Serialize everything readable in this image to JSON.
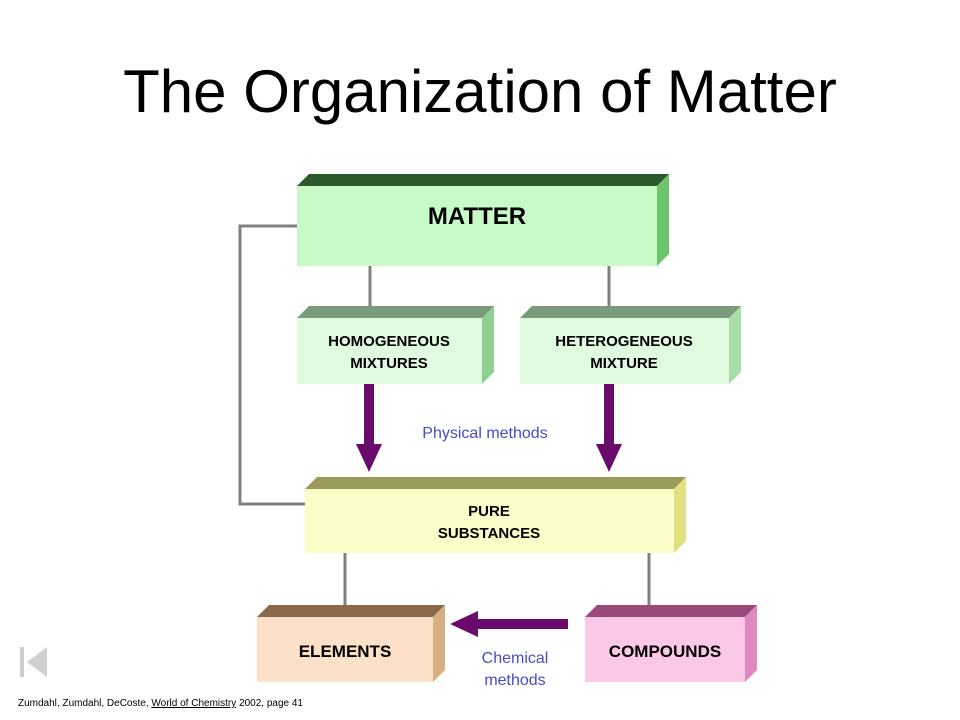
{
  "slide": {
    "title": "The Organization of Matter"
  },
  "boxes": {
    "matter": "MATTER",
    "homogeneous_line1": "HOMOGENEOUS",
    "homogeneous_line2": "MIXTURES",
    "heterogeneous_line1": "HETEROGENEOUS",
    "heterogeneous_line2": "MIXTURE",
    "pure_line1": "PURE",
    "pure_line2": "SUBSTANCES",
    "elements": "ELEMENTS",
    "compounds": "COMPOUNDS"
  },
  "labels": {
    "physical_methods": "Physical methods",
    "chemical_line1": "Chemical",
    "chemical_line2": "methods"
  },
  "citation": {
    "authors": "Zumdahl, Zumdahl, DeCoste,",
    "book": "World of Chemistry",
    "details": "2002, page 41"
  },
  "colors": {
    "arrow": "#6a0a6a",
    "connector": "#808080",
    "label_text": "#4a4ac8"
  }
}
